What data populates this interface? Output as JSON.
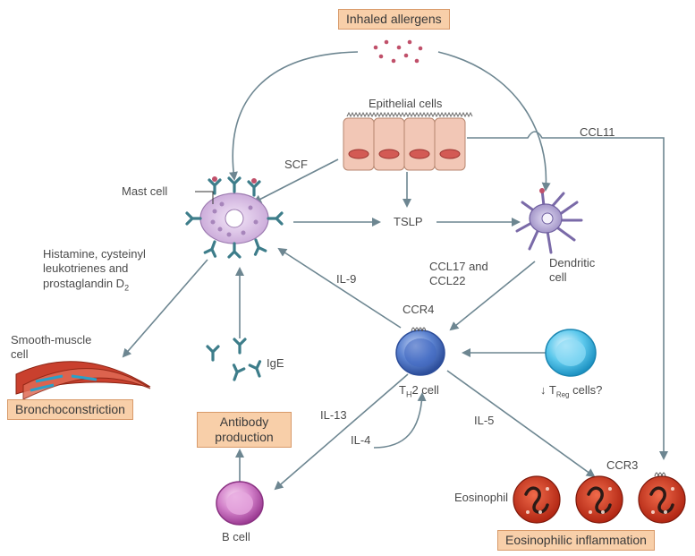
{
  "boxes": {
    "inhaled_allergens": "Inhaled allergens",
    "bronchoconstriction": "Bronchoconstriction",
    "antibody_production_line1": "Antibody",
    "antibody_production_line2": "production",
    "eosinophilic_inflammation": "Eosinophilic inflammation"
  },
  "labels": {
    "epithelial_cells": "Epithelial cells",
    "mast_cell": "Mast cell",
    "scf": "SCF",
    "tslp": "TSLP",
    "ccl11": "CCL11",
    "dendritic_cell_line1": "Dendritic",
    "dendritic_cell_line2": "cell",
    "ccl17_line1": "CCL17 and",
    "ccl17_line2": "CCL22",
    "mediators_line1": "Histamine, cysteinyl",
    "mediators_line2": "leukotrienes and",
    "mediators_line3": "prostaglandin D",
    "mediators_sub": "2",
    "il9": "IL-9",
    "ccr4": "CCR4",
    "smooth_muscle_line1": "Smooth-muscle",
    "smooth_muscle_line2": "cell",
    "ige": "IgE",
    "th2_prefix": "T",
    "th2_sub": "H",
    "th2_suffix": "2 cell",
    "treg_prefix": "↓ T",
    "treg_sub": "Reg",
    "treg_suffix": " cells?",
    "il13": "IL-13",
    "il4": "IL-4",
    "il5": "IL-5",
    "ccr3": "CCR3",
    "eosinophil": "Eosinophil",
    "b_cell": "B cell"
  },
  "colors": {
    "label_box_fill": "#f8cfa9",
    "label_box_border": "#d89a6a",
    "arrow": "#6d8691",
    "epithelium": "#f2c7b6",
    "mast_cell": "#dcc3e6",
    "dendritic_cell": "#b7aad4",
    "th2_cell": "#4a6fc2",
    "treg_cell": "#2ab0d8",
    "b_cell": "#c35fb8",
    "eosinophil": "#d9331a",
    "smooth_muscle": "#c9402e",
    "antibody": "#3d7d8a"
  },
  "icons": {
    "mast_cell": "mast-cell-icon",
    "dendritic_cell": "dendritic-cell-icon",
    "th2_cell": "th2-cell-icon",
    "treg_cell": "treg-cell-icon",
    "b_cell": "b-cell-icon",
    "eosinophil": "eosinophil-icon",
    "antibody": "ige-antibody-icon",
    "epithelium": "epithelial-cells-icon",
    "smooth_muscle": "smooth-muscle-icon",
    "allergen": "allergen-particle-icon"
  }
}
